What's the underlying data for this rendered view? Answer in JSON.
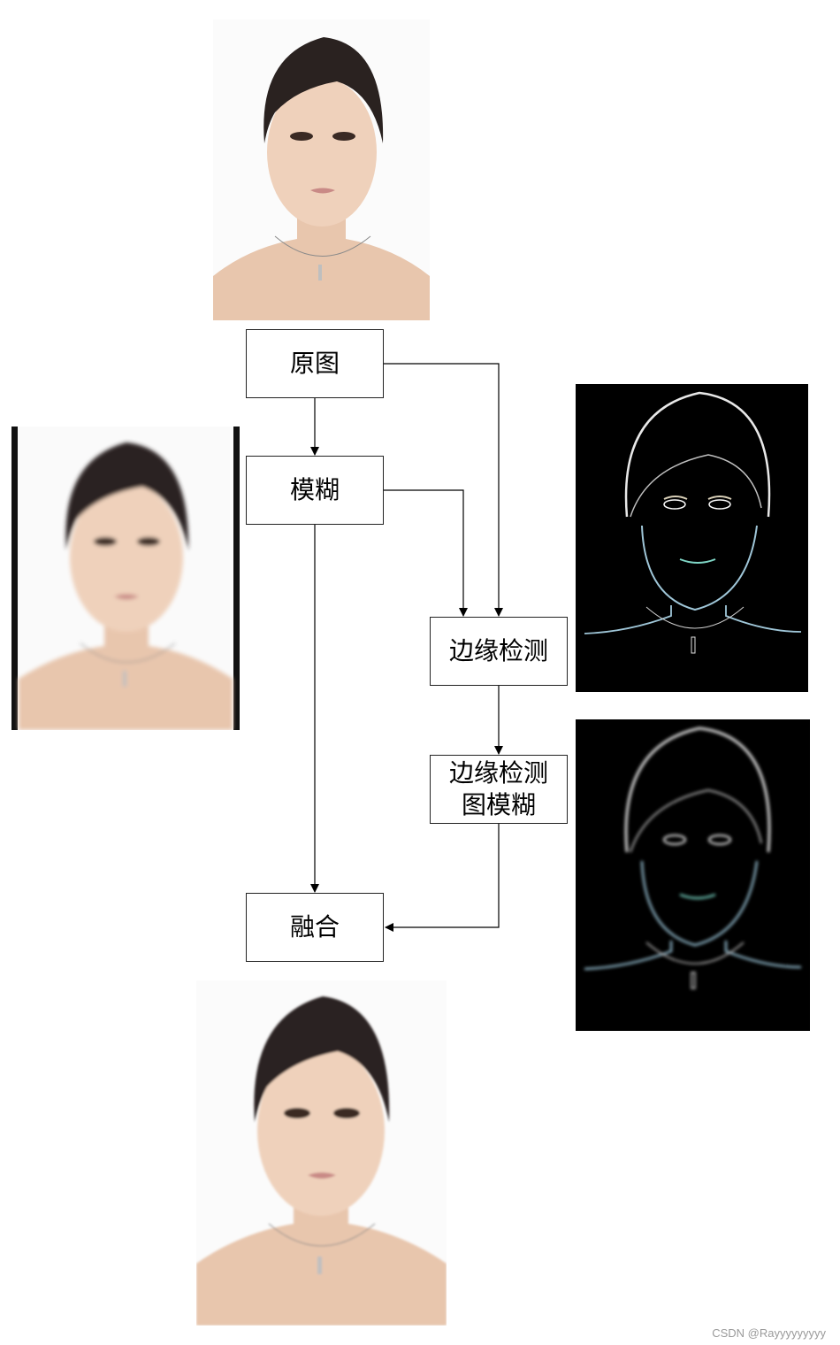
{
  "nodes": {
    "original": "原图",
    "blur": "模糊",
    "edge_detect": "边缘检测",
    "edge_blur_line1": "边缘检测",
    "edge_blur_line2": "图模糊",
    "fusion": "融合"
  },
  "watermark": "CSDN @Rayyyyyyyyy",
  "photos": {
    "original": "portrait-photo",
    "blurred": "blurred-portrait-photo",
    "edge_map": "edge-detection-map",
    "edge_map_blurred": "blurred-edge-detection-map",
    "result": "fused-result-photo"
  }
}
